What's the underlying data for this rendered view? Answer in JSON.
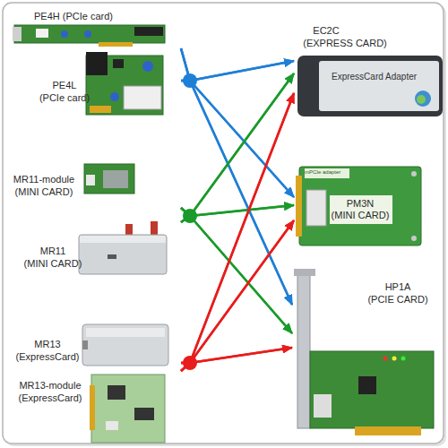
{
  "diagram": {
    "nodes": [
      {
        "text": [
          "PE4H (PCIe card)"
        ]
      },
      {
        "text": [
          "PE4L",
          "(PCIe card)"
        ]
      },
      {
        "text": [
          "MR11-module",
          "(MINI CARD)"
        ]
      },
      {
        "text": [
          "MR11",
          "(MINI CARD)"
        ]
      },
      {
        "text": [
          "MR13",
          "(ExpressCard)"
        ]
      },
      {
        "text": [
          "MR13-module",
          "(ExpressCard)"
        ]
      },
      {
        "text": [
          "EC2C",
          "(EXPRESS CARD)"
        ]
      },
      {
        "text": [
          "PM3N",
          "(MINI CARD)"
        ]
      },
      {
        "text": [
          "HP1A",
          "(PCIE CARD)"
        ]
      }
    ],
    "edges": [
      {
        "from": 0,
        "to": 6,
        "arrow": "to"
      },
      {
        "from": 0,
        "to": 7,
        "arrow": "to"
      },
      {
        "from": 0,
        "to": 8,
        "arrow": "to"
      },
      {
        "from": 1,
        "to": 6,
        "arrow": "to"
      },
      {
        "from": 1,
        "to": 7,
        "arrow": "to"
      },
      {
        "from": 1,
        "to": 8,
        "arrow": "to"
      },
      {
        "from": 2,
        "to": 6,
        "arrow": "to"
      },
      {
        "from": 2,
        "to": 7,
        "arrow": "to"
      },
      {
        "from": 2,
        "to": 8,
        "arrow": "to"
      },
      {
        "from": 3,
        "to": 6,
        "arrow": "to"
      },
      {
        "from": 3,
        "to": 7,
        "arrow": "to"
      },
      {
        "from": 3,
        "to": 8,
        "arrow": "to"
      },
      {
        "from": 4,
        "to": 6,
        "arrow": "to"
      },
      {
        "from": 4,
        "to": 7,
        "arrow": "to"
      },
      {
        "from": 4,
        "to": 8,
        "arrow": "to"
      },
      {
        "from": 5,
        "to": 6,
        "arrow": "to"
      },
      {
        "from": 5,
        "to": 7,
        "arrow": "to"
      },
      {
        "from": 5,
        "to": 8,
        "arrow": "to"
      }
    ],
    "labels": [
      "ExpressCard Adapter",
      "mPCIe adapter"
    ]
  }
}
